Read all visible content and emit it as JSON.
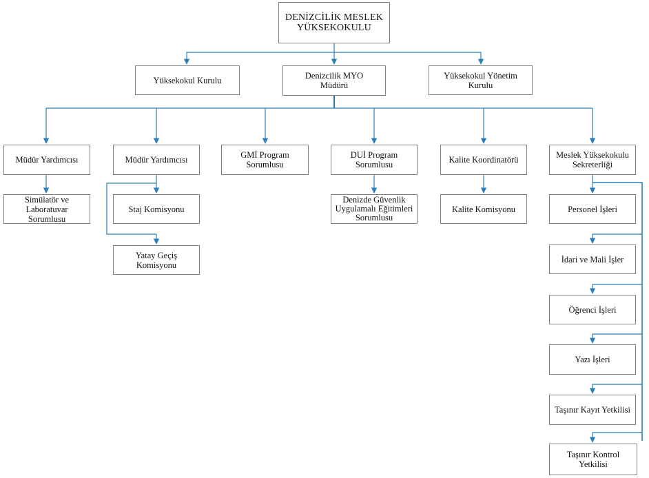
{
  "line_color": "#2b7fb8",
  "border_color": "#7f7f7f",
  "nodes": {
    "root": "DENİZCİLİK MESLEK\nYÜKSEKOKULU",
    "yuksekokul_kurulu": "Yüksekokul Kurulu",
    "mudur": "Denizcilik MYO\nMüdürü",
    "yonetim_kurulu": "Yüksekokul Yönetim\nKurulu",
    "mudur_yardimcisi_1": "Müdür Yardımcısı",
    "mudur_yardimcisi_2": "Müdür Yardımcısı",
    "gmi": "GMİ Program\nSorumlusu",
    "dui": "DUİ Program\nSorumlusu",
    "kalite_koordinatoru": "Kalite Koordinatörü",
    "sekreterlik": "Meslek Yüksekokulu\nSekreterliği",
    "simulator": "Simülatör ve Laboratuvar\nSorumlusu",
    "staj": "Staj Komisyonu",
    "yatay_gecis": "Yatay Geçiş\nKomisyonu",
    "denizde_guvenlik": "Denizde Güvenlik\nUygulamalı Eğitimleri\nSorumlusu",
    "kalite_komisyonu": "Kalite Komisyonu",
    "personel": "Personel İşleri",
    "idari_mali": "İdari ve Mali İşler",
    "ogrenci": "Öğrenci İşleri",
    "yazi": "Yazı İşleri",
    "tasinir_kayit": "Taşınır Kayıt Yetkilisi",
    "tasinir_kontrol": "Taşınır Kontrol Yetkilisi"
  }
}
